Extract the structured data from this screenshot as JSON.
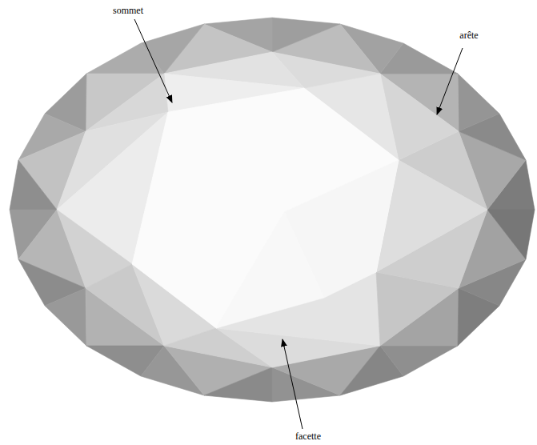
{
  "diagram": {
    "labels": [
      "sommet",
      "arête",
      "facette"
    ]
  }
}
